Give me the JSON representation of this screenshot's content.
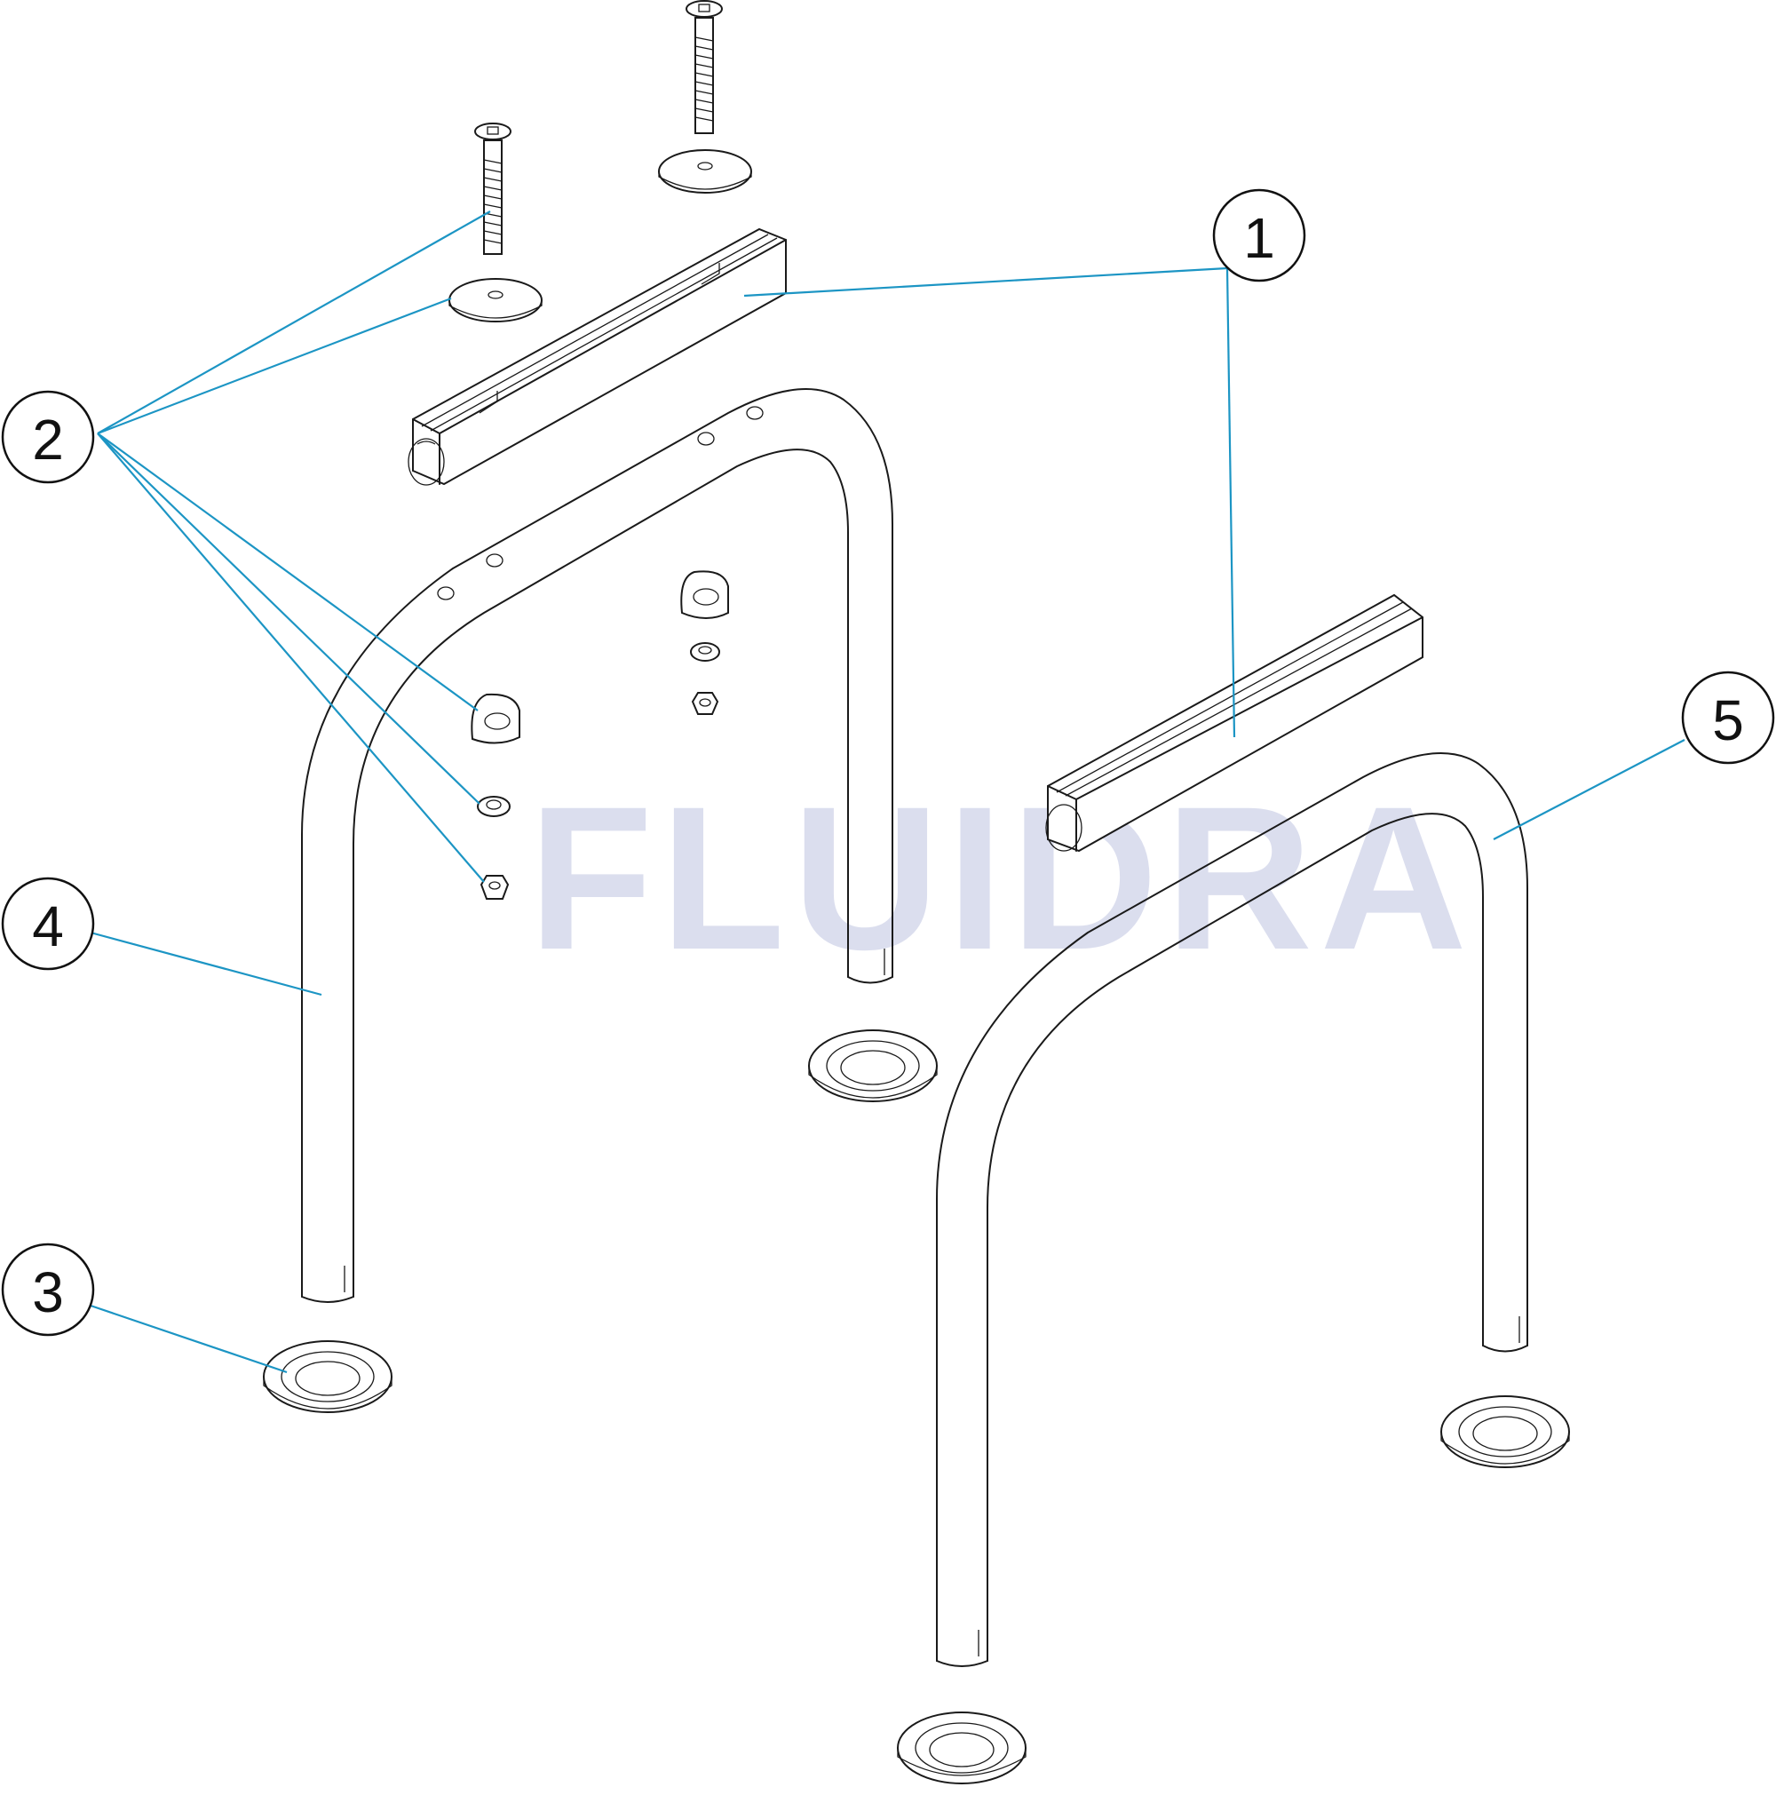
{
  "watermark": "FLUIDRA",
  "callouts": [
    {
      "id": "1",
      "label": "1"
    },
    {
      "id": "2",
      "label": "2"
    },
    {
      "id": "3",
      "label": "3"
    },
    {
      "id": "4",
      "label": "4"
    },
    {
      "id": "5",
      "label": "5"
    }
  ],
  "colors": {
    "leader": "#1c95c4",
    "line": "#1a1a1a",
    "watermark": "#c9cde6"
  }
}
